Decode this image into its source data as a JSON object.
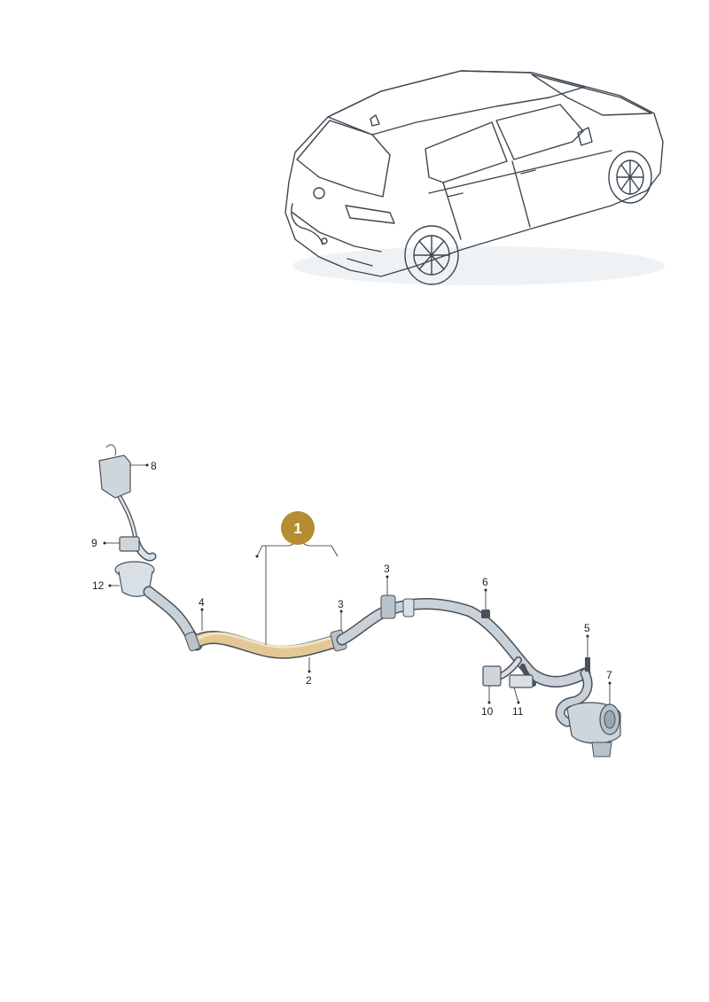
{
  "badge": {
    "label": "1",
    "color": "#b58d32"
  },
  "callouts": [
    {
      "id": "8",
      "label": "8"
    },
    {
      "id": "9",
      "label": "9"
    },
    {
      "id": "12",
      "label": "12"
    },
    {
      "id": "4",
      "label": "4"
    },
    {
      "id": "3a",
      "label": "3"
    },
    {
      "id": "3b",
      "label": "3"
    },
    {
      "id": "2",
      "label": "2"
    },
    {
      "id": "6",
      "label": "6"
    },
    {
      "id": "5",
      "label": "5"
    },
    {
      "id": "7",
      "label": "7"
    },
    {
      "id": "10",
      "label": "10"
    },
    {
      "id": "11",
      "label": "11"
    }
  ],
  "colors": {
    "car_body": "#dfe8ee",
    "car_glass": "#c9d7e0",
    "car_outline": "#3d4650",
    "hose_fill": "#c9d2d9",
    "hose_highlight": "#e3c897",
    "badge": "#b58d32"
  }
}
